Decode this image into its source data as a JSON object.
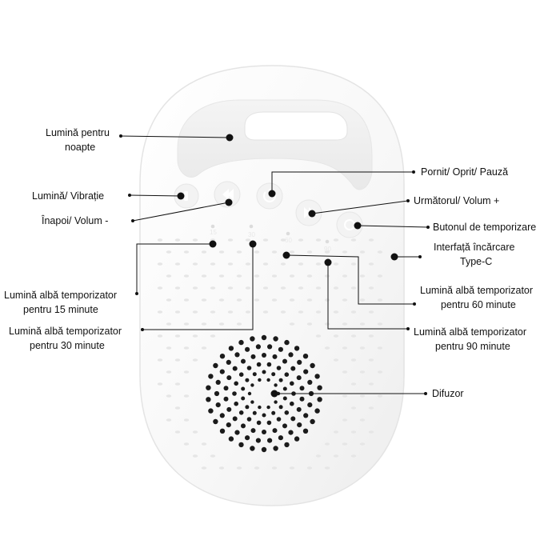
{
  "labels": {
    "night_light": [
      "Lumină pentru",
      "noapte"
    ],
    "light_vibration": "Lumină/ Vibrație",
    "back_volume": "Înapoi/ Volum -",
    "power_pause": "Pornit/ Oprit/ Pauză",
    "next_volume": "Următorul/ Volum +",
    "timer_button": "Butonul de temporizare",
    "charging": [
      "Interfață încărcare",
      "Type-C"
    ],
    "white_light_15": [
      "Lumină albă temporizator",
      "pentru 15 minute"
    ],
    "white_light_30": [
      "Lumină albă temporizator",
      "pentru 30 minute"
    ],
    "white_light_60": [
      "Lumină albă temporizator",
      "pentru 60 minute"
    ],
    "white_light_90": [
      "Lumină albă temporizator",
      "pentru 90 minute"
    ],
    "speaker": "Difuzor"
  },
  "timer_marks": [
    "15",
    "30",
    "60",
    "90"
  ],
  "colors": {
    "device_body": "#fafafa",
    "device_edge": "#ececec",
    "ink": "#111111"
  },
  "icons": [
    "light-vibration-button-icon",
    "back-volume-button-icon",
    "power-button-icon",
    "next-volume-button-icon",
    "timer-button-icon"
  ]
}
